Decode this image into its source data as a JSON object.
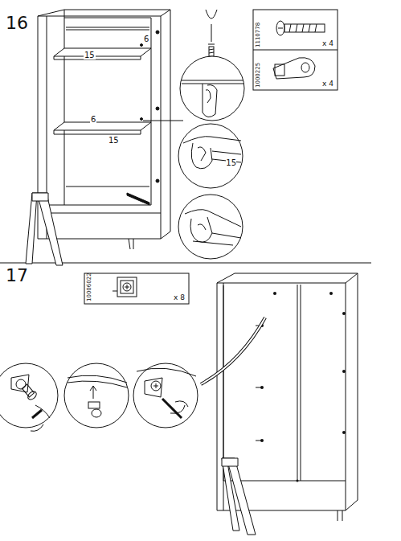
{
  "diagram": {
    "nodes": [
      {
        "text": [
          "1110778",
          "x 4"
        ]
      },
      {
        "text": [
          "1000225",
          "x 4"
        ]
      },
      {
        "text": [
          "10006022",
          "x 8"
        ]
      },
      {
        "text": [
          "15"
        ]
      }
    ],
    "labels": [
      "16",
      "6",
      "15",
      "6",
      "15",
      "17"
    ]
  }
}
